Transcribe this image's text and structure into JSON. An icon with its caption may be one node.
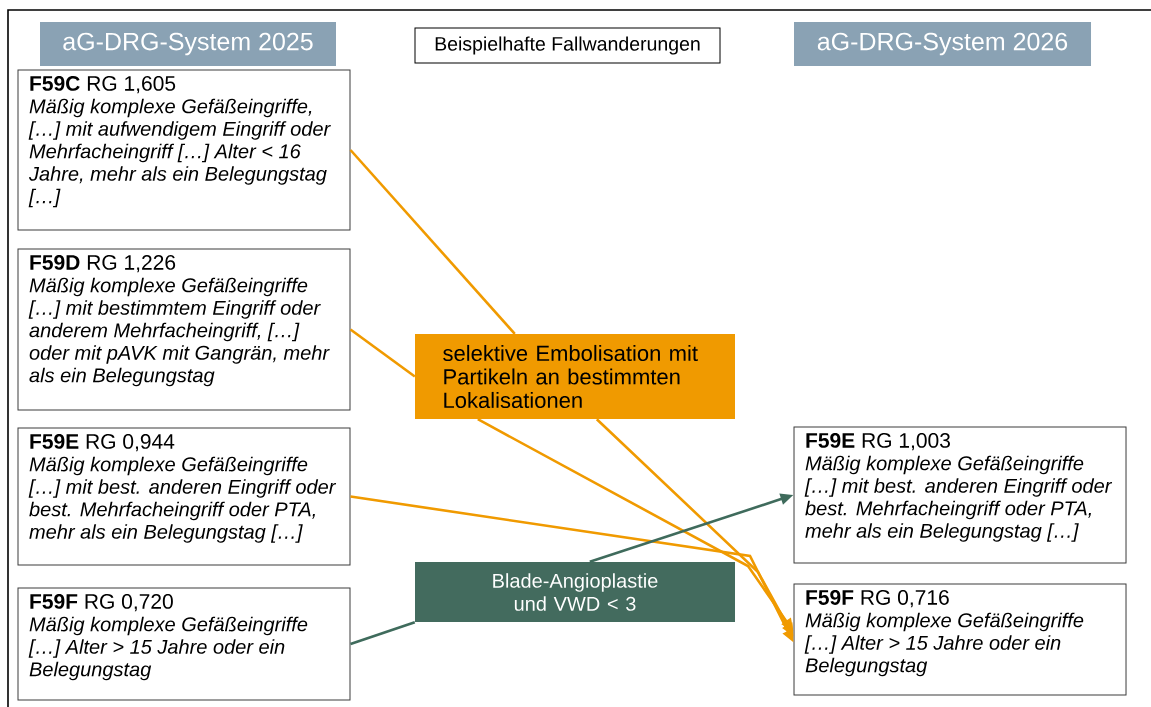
{
  "diagram": {
    "nodes": [
      {
        "text": [
          "aG-DRG-System 2025"
        ]
      },
      {
        "text": [
          "Beispielhafte Fallwanderungen"
        ]
      },
      {
        "text": [
          "aG-DRG-System 2026"
        ]
      },
      {
        "text": [
          "**F59C** RG 1,605",
          "Mäßig komplexe Gefäßeingriffe, […] mit aufwendigem Eingriff oder Mehrfacheingriff […] Alter < 16 Jahre, mehr als ein Belegungstag […]"
        ]
      },
      {
        "text": [
          "**F59D** RG 1,226",
          "Mäßig komplexe Gefäßeingriffe […] mit bestimmtem Eingriff oder anderem Mehrfacheingriff, […] oder mit pAVK mit Gangrän, mehr als ein Belegungstag"
        ]
      },
      {
        "text": [
          "selektive Embolisation mit Partikeln an bestimmten Lokalisationen"
        ]
      },
      {
        "text": [
          "**F59E** RG 0,944",
          "Mäßig komplexe Gefäßeingriffe […] mit best. anderen Eingriff oder best. Mehrfacheingriff oder PTA, mehr als ein Belegungstag […]"
        ]
      },
      {
        "text": [
          "**F59E** RG 1,003",
          "Mäßig komplexe Gefäßeingriffe […] mit best. anderen Eingriff oder best. Mehrfacheingriff oder PTA, mehr als ein Belegungstag […]"
        ]
      },
      {
        "text": [
          "Blade-Angioplastie und VWD < 3"
        ]
      },
      {
        "text": [
          "**F59F** RG 0,720",
          "Mäßig komplexe Gefäßeingriffe […] Alter > 15 Jahre oder ein Belegungstag"
        ]
      },
      {
        "text": [
          "**F59F** RG 0,716",
          "Mäßig komplexe Gefäßeingriffe […] Alter > 15 Jahre oder ein Belegungstag"
        ]
      }
    ],
    "edges": [
      {
        "from": 3,
        "to": 5,
        "arrow": "none"
      },
      {
        "from": 4,
        "to": 5,
        "arrow": "none"
      },
      {
        "from": 5,
        "to": 10,
        "arrow": "to"
      },
      {
        "from": 5,
        "to": 10,
        "arrow": "to"
      },
      {
        "from": 6,
        "to": 10,
        "arrow": "to"
      },
      {
        "from": 9,
        "to": 8,
        "arrow": "none",
        "color": "#3f6b5c"
      },
      {
        "from": 8,
        "to": 7,
        "arrow": "to",
        "color": "#3f6b5c"
      }
    ]
  }
}
